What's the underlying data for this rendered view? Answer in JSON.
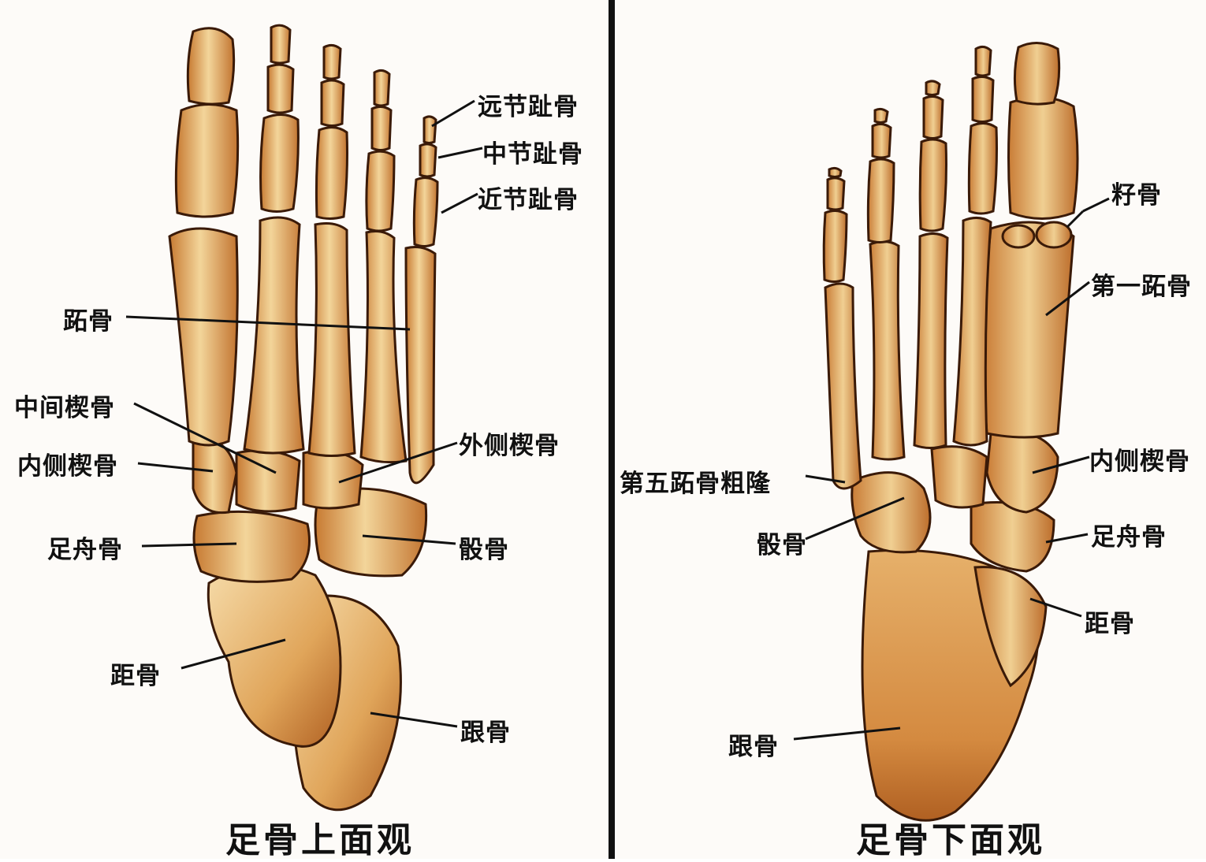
{
  "colors": {
    "bone_light": "#f3d59a",
    "bone_mid": "#e0a55a",
    "bone_dark": "#b86a26",
    "outline": "#3a1a08",
    "label_text": "#111111"
  },
  "left_panel": {
    "caption": "足骨上面观",
    "labels": {
      "distal_phalanx": "远节趾骨",
      "middle_phalanx": "中节趾骨",
      "proximal_phalanx": "近节趾骨",
      "metatarsal": "跖骨",
      "intermediate_cuneiform": "中间楔骨",
      "medial_cuneiform": "内侧楔骨",
      "lateral_cuneiform": "外侧楔骨",
      "navicular": "足舟骨",
      "cuboid": "骰骨",
      "talus": "距骨",
      "calcaneus": "跟骨"
    }
  },
  "right_panel": {
    "caption": "足骨下面观",
    "labels": {
      "sesamoid": "籽骨",
      "first_metatarsal": "第一跖骨",
      "fifth_metatarsal_tuberosity": "第五跖骨粗隆",
      "medial_cuneiform": "内侧楔骨",
      "cuboid": "骰骨",
      "navicular": "足舟骨",
      "talus": "距骨",
      "calcaneus": "跟骨"
    }
  }
}
